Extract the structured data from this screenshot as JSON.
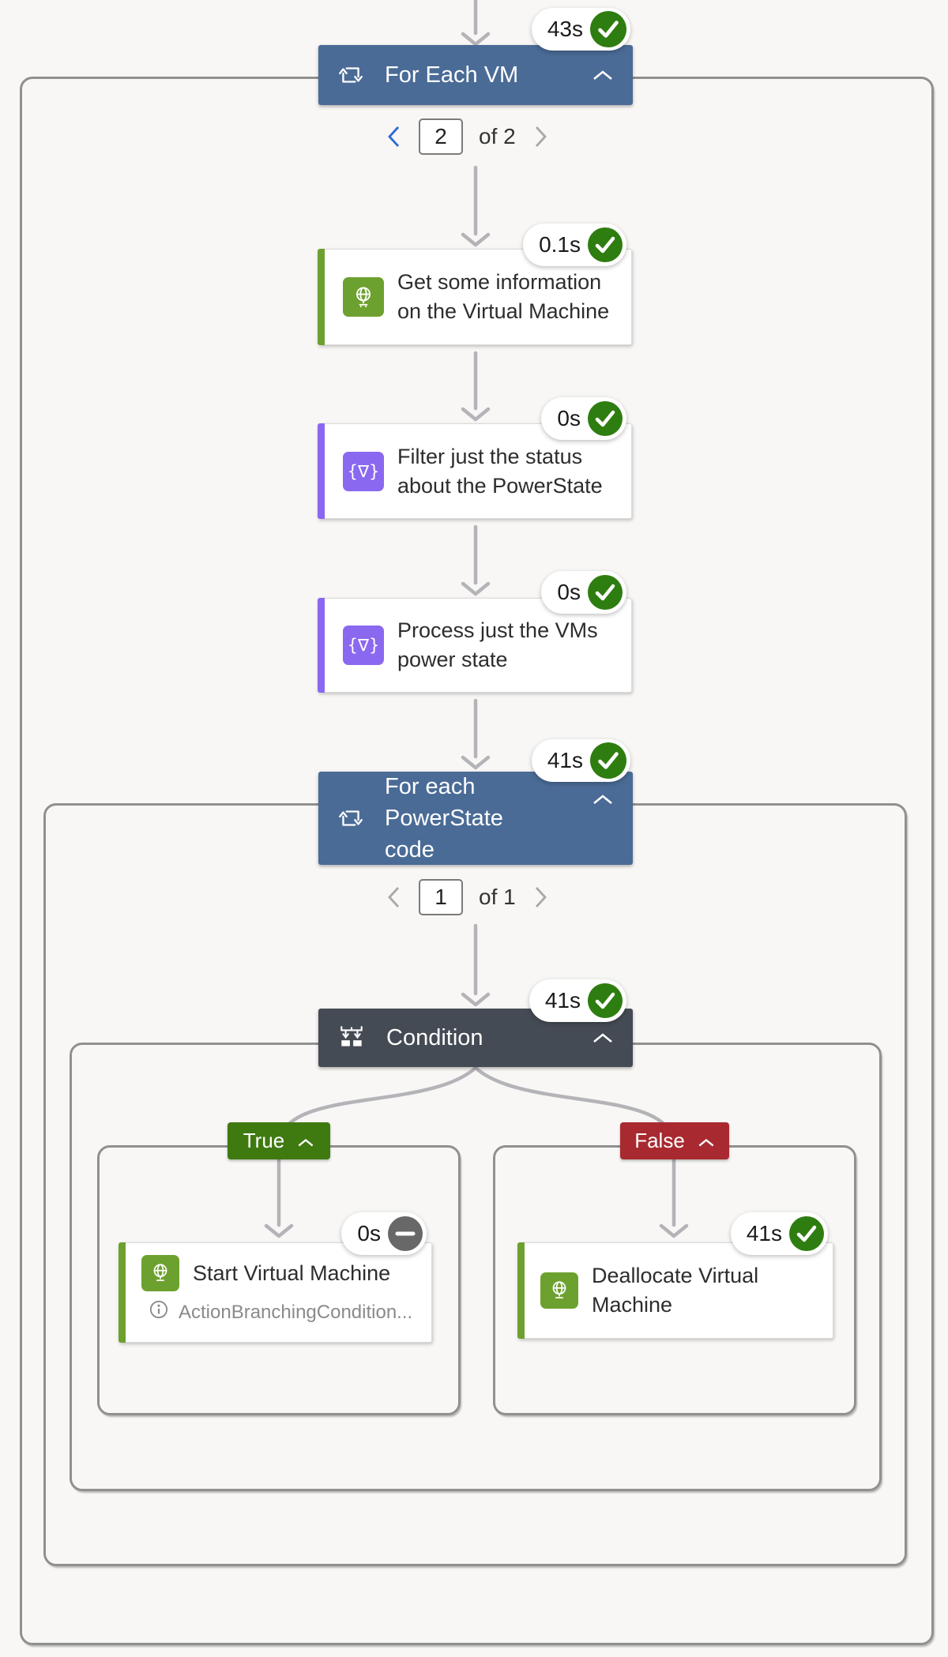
{
  "colors": {
    "loop_header": "#4a6b96",
    "condition_header": "#454b54",
    "http_action_green": "#6da12f",
    "data_operation_purple": "#8a68f0",
    "true_label_green": "#3f7a10",
    "false_label_red": "#a82a30",
    "success_green": "#2e7d10",
    "skipped_gray": "#686868",
    "connector_gray": "#b4b3b7"
  },
  "for_each_vm": {
    "title": "For Each VM",
    "duration": "43s",
    "status": "succeeded",
    "pagination": {
      "current": "2",
      "of": "of 2"
    }
  },
  "steps": [
    {
      "line1": "Get some information",
      "line2": "on the Virtual Machine",
      "duration": "0.1s",
      "status": "succeeded",
      "connector": "http"
    },
    {
      "line1": "Filter just the status",
      "line2": "about the PowerState",
      "duration": "0s",
      "status": "succeeded",
      "connector": "data-operations",
      "glyph": "{∇}"
    },
    {
      "line1": "Process just the VMs",
      "line2": "power state",
      "duration": "0s",
      "status": "succeeded",
      "connector": "data-operations",
      "glyph": "{∇}"
    }
  ],
  "for_each_powerstate": {
    "line1": "For each PowerState",
    "line2": "code",
    "duration": "41s",
    "status": "succeeded",
    "pagination": {
      "current": "1",
      "of": "of 1"
    }
  },
  "condition": {
    "title": "Condition",
    "duration": "41s",
    "status": "succeeded"
  },
  "true_branch": {
    "label": "True",
    "action": {
      "title": "Start Virtual Machine",
      "duration": "0s",
      "status": "skipped",
      "note": "ActionBranchingCondition..."
    }
  },
  "false_branch": {
    "label": "False",
    "action": {
      "line1": "Deallocate Virtual",
      "line2": "Machine",
      "duration": "41s",
      "status": "succeeded"
    }
  }
}
